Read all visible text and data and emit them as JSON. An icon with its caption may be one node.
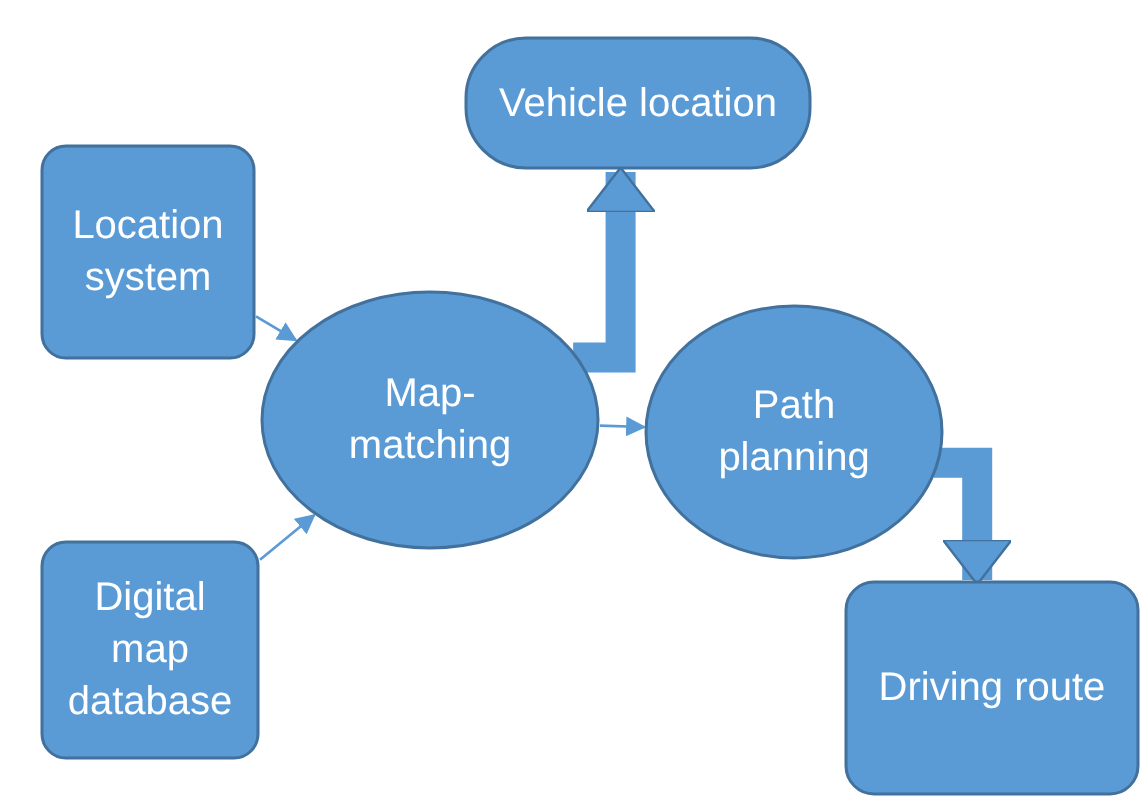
{
  "diagram": {
    "nodes": [
      {
        "text": [
          "Location system"
        ]
      },
      {
        "text": [
          "Digital map database"
        ]
      },
      {
        "text": [
          "Map-matching"
        ]
      },
      {
        "text": [
          "Vehicle location"
        ]
      },
      {
        "text": [
          "Path planning"
        ]
      },
      {
        "text": [
          "Driving route"
        ]
      }
    ],
    "edges": [
      {
        "from": 0,
        "to": 2,
        "arrow": "to"
      },
      {
        "from": 1,
        "to": 2,
        "arrow": "to"
      },
      {
        "from": 2,
        "to": 4,
        "arrow": "to"
      },
      {
        "from": 2,
        "to": 3,
        "arrow": "to",
        "style": "thick"
      },
      {
        "from": 4,
        "to": 5,
        "arrow": "to",
        "style": "thick"
      }
    ]
  }
}
